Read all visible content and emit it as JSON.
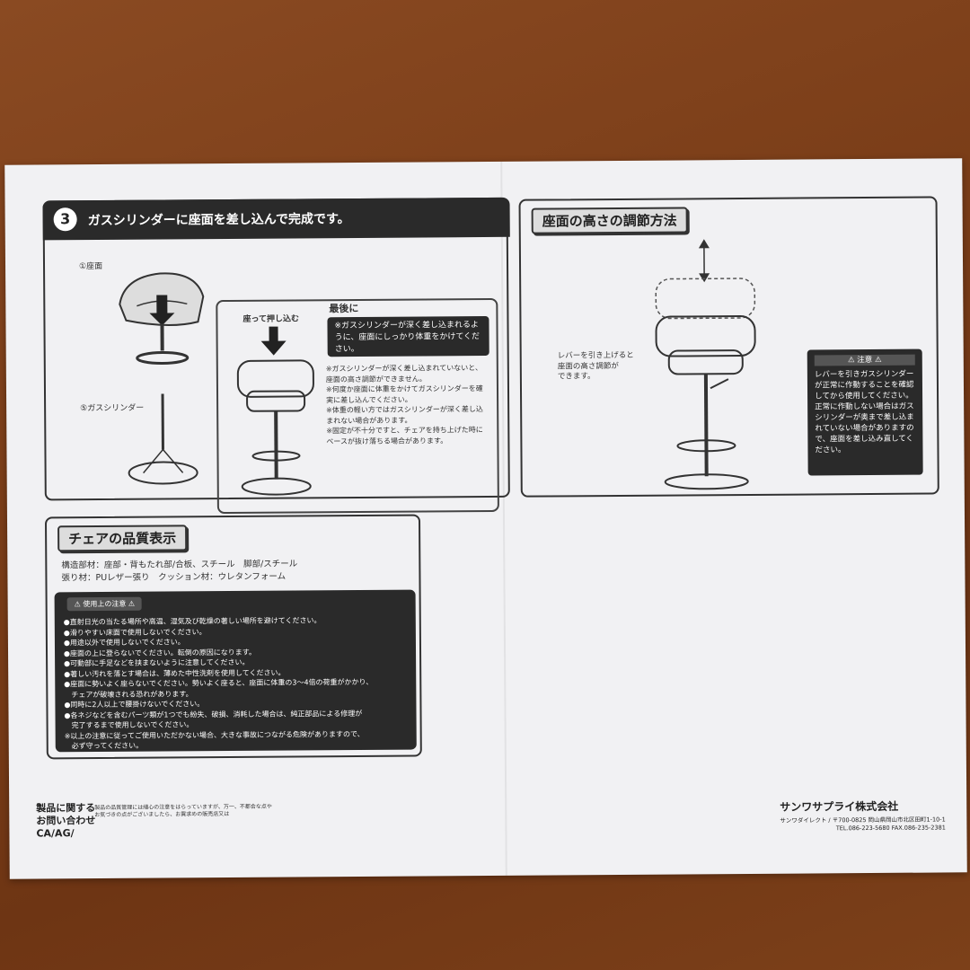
{
  "step": {
    "number": "3",
    "title": "ガスシリンダーに座面を差し込んで完成です。",
    "part1_label": "①座面",
    "part5_label": "⑤ガスシリンダー",
    "push_label": "座って押し込む",
    "finally_label": "最後に",
    "finally_note": "※ガスシリンダーが深く差し込まれるように、座面にしっかり体重をかけてください。",
    "notes": "※ガスシリンダーが深く差し込まれていないと、座面の高さ調節ができません。\n※何度か座面に体重をかけてガスシリンダーを確実に差し込んでください。\n※体重の軽い方ではガスシリンダーが深く差し込まれない場合があります。\n※固定が不十分ですと、チェアを持ち上げた時にベースが抜け落ちる場合があります。"
  },
  "height": {
    "title": "座面の高さの調節方法",
    "lever_label": "レバーを引き上げると\n座面の高さ調節が\nできます。",
    "caution_title": "⚠ 注意 ⚠",
    "caution_text": "レバーを引きガスシリンダーが正常に作動することを確認してから使用してください。\n正常に作動しない場合はガスシリンダーが奥まで差し込まれていない場合がありますので、座面を差し込み直してください。"
  },
  "quality": {
    "title": "チェアの品質表示",
    "line1": "構造部材：座部・背もたれ部/合板、スチール　脚部/スチール",
    "line2": "張り材：PUレザー張り　クッション材：ウレタンフォーム",
    "caution_title": "⚠ 使用上の注意 ⚠",
    "caution_list": "●直射日光の当たる場所や高温、湿気及び乾燥の著しい場所を避けてください。\n●滑りやすい床面で使用しないでください。\n●用途以外で使用しないでください。\n●座面の上に登らないでください。転倒の原因になります。\n●可動部に手足などを挟まないように注意してください。\n●著しい汚れを落とす場合は、薄めた中性洗剤を使用してください。\n●座面に勢いよく座らないでください。勢いよく座ると、座面に体重の3～4倍の荷重がかかり、\n　チェアが破壊される恐れがあります。\n●同時に2人以上で腰掛けないでください。\n●各ネジなどを含むパーツ類が1つでも紛失、破損、消耗した場合は、純正部品による修理が\n　完了するまで使用しないでください。\n※以上の注意に従ってご使用いただかない場合、大きな事故につながる危険がありますので、\n　必ず守ってください。"
  },
  "footer": {
    "inquiry": "製品に関する\nお問い合わせ\nCA/AG/",
    "inquiry_note": "製品の品質管理には細心の注意をはらっていますが、万一、不都合な点や\nお気づきの点がございましたら、お買求めの販売店又は",
    "company": "サンワサプライ株式会社",
    "address": "サンワダイレクト / 〒700-0825 岡山県岡山市北区田町1-10-1\nTEL.086-223-5680 FAX.086-235-2381"
  }
}
